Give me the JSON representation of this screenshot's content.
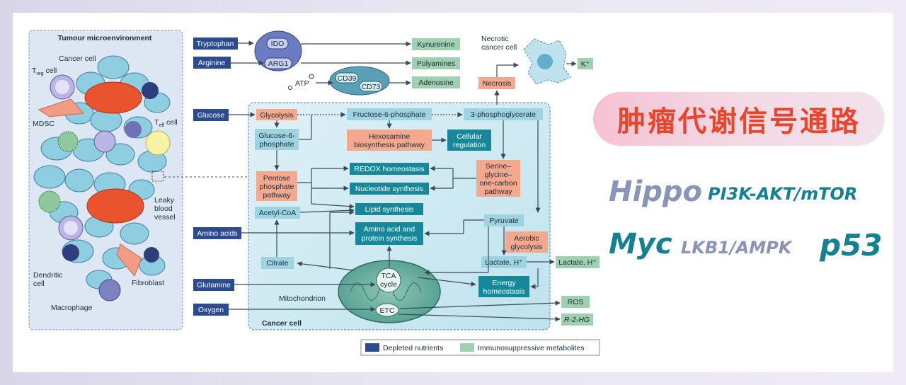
{
  "title": "肿瘤代谢信号通路",
  "keywords": {
    "hippo": "Hippo",
    "pi3k": "PI3K-AKT/mTOR",
    "myc": "Myc",
    "lkb1": "LKB1/AMPK",
    "p53": "p53"
  },
  "colors": {
    "depleted": "#2c4a8e",
    "immunosuppressive": "#9fd0b0",
    "title_red": "#e8452b",
    "hippo_color": "#8a93b8",
    "teal_text": "#15808f"
  },
  "microenvironment": {
    "title": "Tumour microenvironment",
    "cancer_cell": "Cancer cell",
    "treg_cell": "T",
    "treg_sub": "reg",
    "treg_suffix": " cell",
    "mdsc": "MDSC",
    "teff_cell": "T",
    "teff_sub": "eff",
    "teff_suffix": " cell",
    "leaky_vessel": "Leaky blood vessel",
    "leaky_l1": "Leaky",
    "leaky_l2": "blood",
    "leaky_l3": "vessel",
    "dendritic_l1": "Dendritic",
    "dendritic_l2": "cell",
    "fibroblast": "Fibroblast",
    "macrophage": "Macrophage"
  },
  "inputs": {
    "tryptophan": "Tryptophan",
    "arginine": "Arginine",
    "glucose": "Glucose",
    "amino_acids": "Amino acids",
    "glutamine": "Glutamine",
    "oxygen": "Oxygen",
    "atp": "ATP"
  },
  "enzymes": {
    "ido": "IDO",
    "arg1": "ARG1",
    "cd39": "CD39",
    "cd73": "CD73"
  },
  "outputs": {
    "kynurenine": "Kynurenine",
    "polyamines": "Polyamines",
    "adenosine": "Adenosine",
    "k": "K⁺",
    "lactate": "Lactate, H⁺",
    "ros": "ROS",
    "r2hg": "R-2-HG"
  },
  "necrotic": {
    "l1": "Necrotic",
    "l2": "cancer cell",
    "necrosis": "Necrosis"
  },
  "pathway": {
    "glycolysis": "Glycolysis",
    "g6p_l1": "Glucose-6-",
    "g6p_l2": "phosphate",
    "f6p": "Fructose-6-phosphate",
    "pg3": "3-phosphoglycerate",
    "hexo_l1": "Hexosamine",
    "hexo_l2": "biosynthesis pathway",
    "cell_l1": "Cellular",
    "cell_l2": "regulation",
    "ppp_l1": "Pentose",
    "ppp_l2": "phosphate",
    "ppp_l3": "pathway",
    "redox": "REDOX homeostasis",
    "nucleotide": "Nucleotide synthesis",
    "lipid": "Lipid synthesis",
    "acetyl": "Acetyl-CoA",
    "amino_syn_l1": "Amino acid and",
    "amino_syn_l2": "protein synthesis",
    "sgoc_l1": "Serine–",
    "sgoc_l2": "glycine–",
    "sgoc_l3": "one-carbon",
    "sgoc_l4": "pathway",
    "pyruvate": "Pyruvate",
    "aero_l1": "Aerobic",
    "aero_l2": "glycolysis",
    "lactate_in": "Lactate, H⁺",
    "citrate": "Citrate",
    "tca_l1": "TCA",
    "tca_l2": "cycle",
    "energy_l1": "Energy",
    "energy_l2": "homeostasis",
    "mitochondrion": "Mitochondrion",
    "etc": "ETC",
    "cancer_cell_label": "Cancer cell"
  },
  "legend": {
    "depleted": "Depleted nutrients",
    "immuno": "Immunosuppressive metabolites"
  }
}
